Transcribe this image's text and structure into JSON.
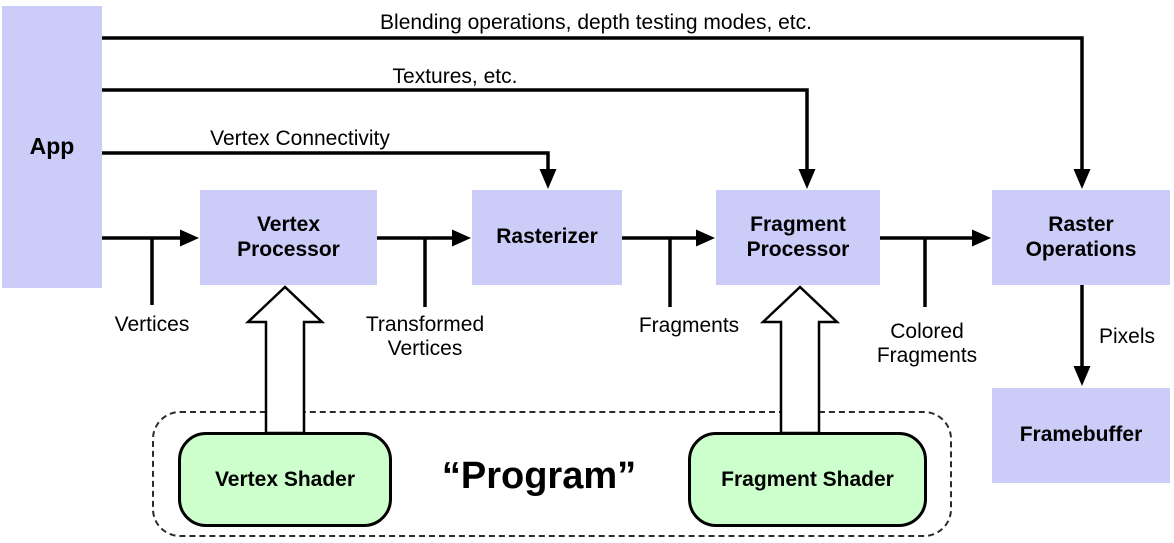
{
  "diagram": {
    "nodes": {
      "app": "App",
      "vertex_processor": "Vertex\nProcessor",
      "rasterizer": "Rasterizer",
      "fragment_processor": "Fragment\nProcessor",
      "raster_operations": "Raster\nOperations",
      "framebuffer": "Framebuffer",
      "vertex_shader": "Vertex Shader",
      "fragment_shader": "Fragment Shader",
      "program_group": "“Program”"
    },
    "edge_labels": {
      "blending": "Blending operations, depth testing modes, etc.",
      "textures": "Textures, etc.",
      "vertex_connectivity": "Vertex Connectivity",
      "vertices": "Vertices",
      "transformed_vertices": "Transformed\nVertices",
      "fragments": "Fragments",
      "colored_fragments": "Colored\nFragments",
      "pixels": "Pixels"
    },
    "colors": {
      "process_box_fill": "#ccccf8",
      "shader_box_fill": "#ccffcc",
      "line_color": "#000000",
      "background": "#ffffff"
    }
  }
}
